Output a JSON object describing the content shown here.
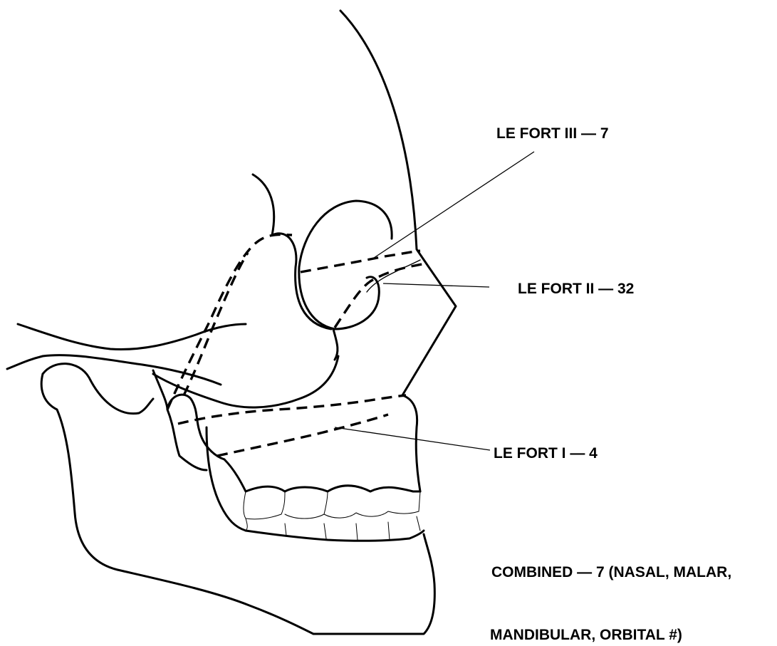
{
  "labels": {
    "le_fort_iii": "LE FORT III — 7",
    "le_fort_ii": "LE FORT II — 32",
    "le_fort_i": "LE FORT I — 4",
    "combined_line1": "COMBINED — 7 (NASAL, MALAR,",
    "combined_line2": "MANDIBULAR, ORBITAL #)"
  }
}
